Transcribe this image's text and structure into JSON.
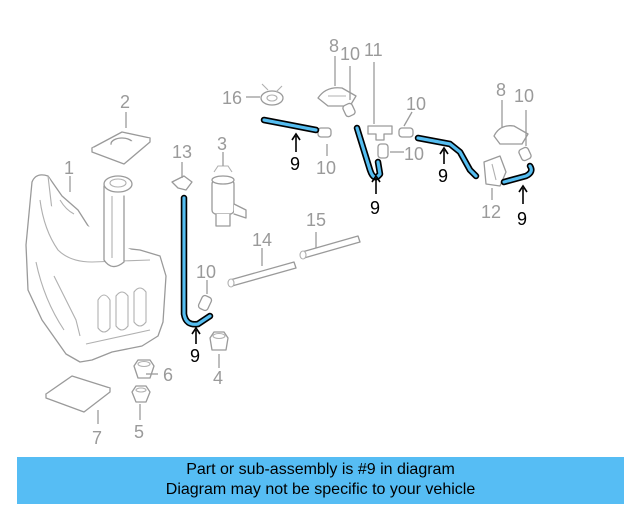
{
  "callouts": {
    "c1": "1",
    "c2": "2",
    "c3": "3",
    "c4": "4",
    "c5": "5",
    "c6": "6",
    "c7": "7",
    "c8a": "8",
    "c8b": "8",
    "c9a": "9",
    "c9b": "9",
    "c9c": "9",
    "c9d": "9",
    "c9e": "9",
    "c10a": "10",
    "c10b": "10",
    "c10c": "10",
    "c10d": "10",
    "c10e": "10",
    "c10f": "10",
    "c11": "11",
    "c12": "12",
    "c13": "13",
    "c14": "14",
    "c15": "15",
    "c16": "16"
  },
  "banner": {
    "line1": "Part or sub-assembly is #9 in diagram",
    "line2": "Diagram may not be specific to your vehicle"
  },
  "colors": {
    "highlight": "#55bdf0",
    "banner_bg": "#56bdf4",
    "line_art": "#9a9a9a"
  }
}
